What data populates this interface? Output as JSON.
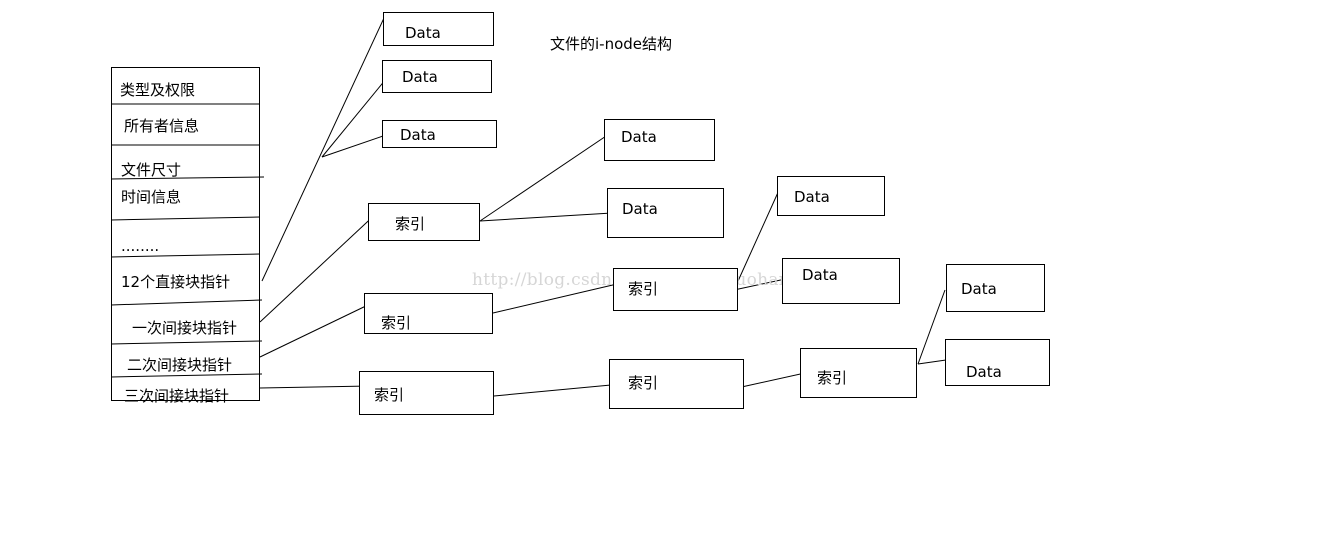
{
  "title": "文件的i-node结构",
  "watermark": "http://blog.csdn.net/AndroidLuohangreren",
  "inode_fields": [
    "类型及权限",
    "所有者信息",
    "文件尺寸",
    "时间信息",
    "........",
    "12个直接块指针",
    "一次间接块指针",
    "二次间接块指针",
    "三次间接块指针"
  ],
  "data_label": "Data",
  "index_label": "索引"
}
